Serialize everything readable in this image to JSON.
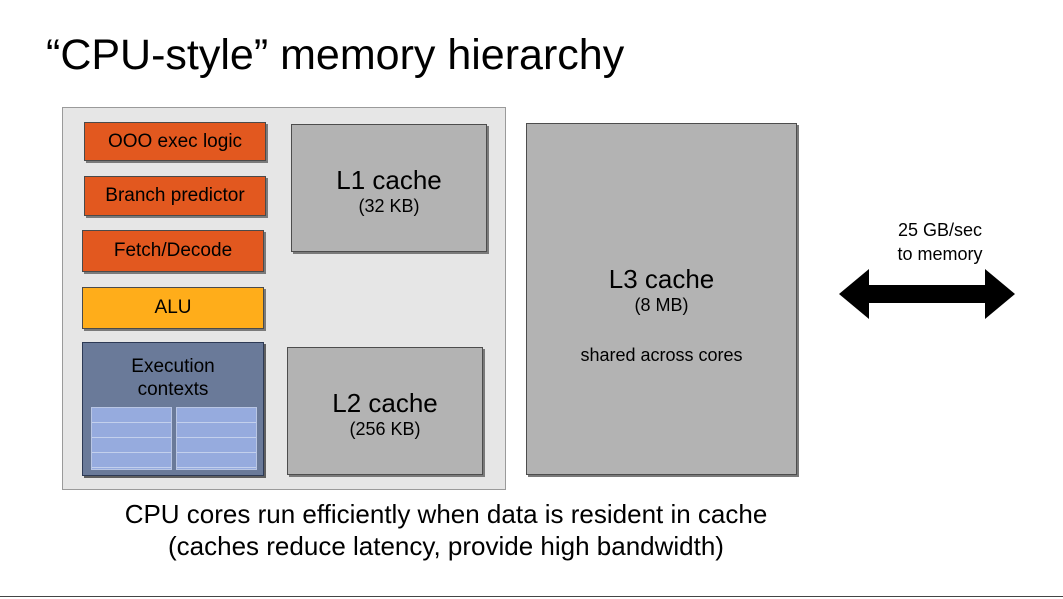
{
  "title": "“CPU-style” memory hierarchy",
  "core": {
    "units": {
      "ooo_exec": "OOO exec logic",
      "branch_predictor": "Branch predictor",
      "fetch_decode": "Fetch/Decode",
      "alu": "ALU"
    },
    "execution_contexts": "Execution\ncontexts"
  },
  "caches": {
    "l1": {
      "name": "L1 cache",
      "size": "(32 KB)"
    },
    "l2": {
      "name": "L2 cache",
      "size": "(256 KB)"
    },
    "l3": {
      "name": "L3 cache",
      "size": "(8 MB)",
      "note": "shared across cores"
    }
  },
  "memory_link": {
    "label": "25 GB/sec\nto memory"
  },
  "caption": "CPU cores run efficiently when data is resident in cache\n(caches reduce latency, provide high bandwidth)",
  "colors": {
    "core_units": "#e2581f",
    "alu": "#ffad1a",
    "execution_contexts": "#6a7a99",
    "register_file": "#96abde",
    "cache": "#b3b3b3",
    "core_background": "#e6e6e6"
  }
}
